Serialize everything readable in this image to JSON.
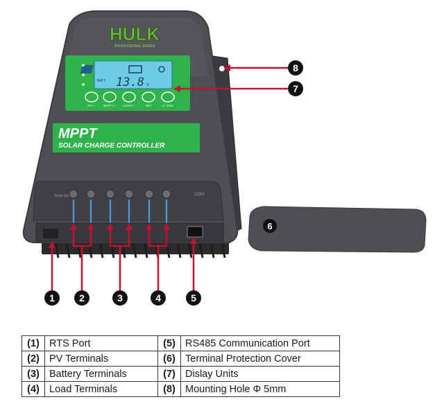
{
  "device": {
    "brand": "HULK",
    "brand_sub": "PROFESSIONAL SERIES",
    "lcd_value": "13.8",
    "lcd_unit": "V",
    "lcd_batt": "BATT",
    "buttons": [
      "PV / -",
      "BATT / +",
      "LOAD / -",
      "SET",
      "C / ESC"
    ],
    "banner_title": "MPPT",
    "banner_subtitle": "SOLAR CHARGE CONTROLLER",
    "port_label": "Temp Sensor",
    "com_label": "COM"
  },
  "callouts": {
    "c1": "1",
    "c2": "2",
    "c3": "3",
    "c4": "4",
    "c5": "5",
    "c6": "6",
    "c7": "7",
    "c8": "8"
  },
  "legend": {
    "rows": [
      {
        "n1": "(1)",
        "l1": "RTS Port",
        "n2": "(5)",
        "l2": "RS485 Communication Port"
      },
      {
        "n1": "(2)",
        "l1": "PV Terminals",
        "n2": "(6)",
        "l2": "Terminal Protection Cover"
      },
      {
        "n1": "(3)",
        "l1": "Battery Terminals",
        "n2": "(7)",
        "l2": "Dislay Units"
      },
      {
        "n1": "(4)",
        "l1": "Load Terminals",
        "n2": "(8)",
        "l2": "Mounting Hole Φ 5mm"
      }
    ]
  },
  "colors": {
    "body": "#4e4f52",
    "green": "#2db34a",
    "lcd": "#6ecbe8",
    "callout_line": "#c8102e",
    "terminal_blue": "#4a9fd8"
  }
}
